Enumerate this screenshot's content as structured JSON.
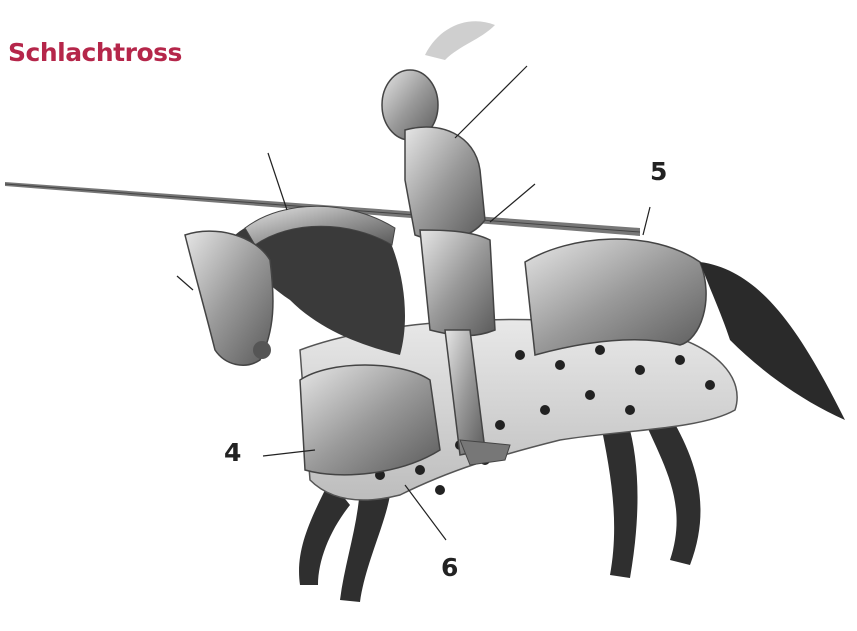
{
  "title": "Schlachtross",
  "title_color": "#b5264a",
  "callouts": [
    {
      "id": "4",
      "label": "4"
    },
    {
      "id": "5",
      "label": "5"
    },
    {
      "id": "6",
      "label": "6"
    }
  ],
  "ink_color": "#222222"
}
